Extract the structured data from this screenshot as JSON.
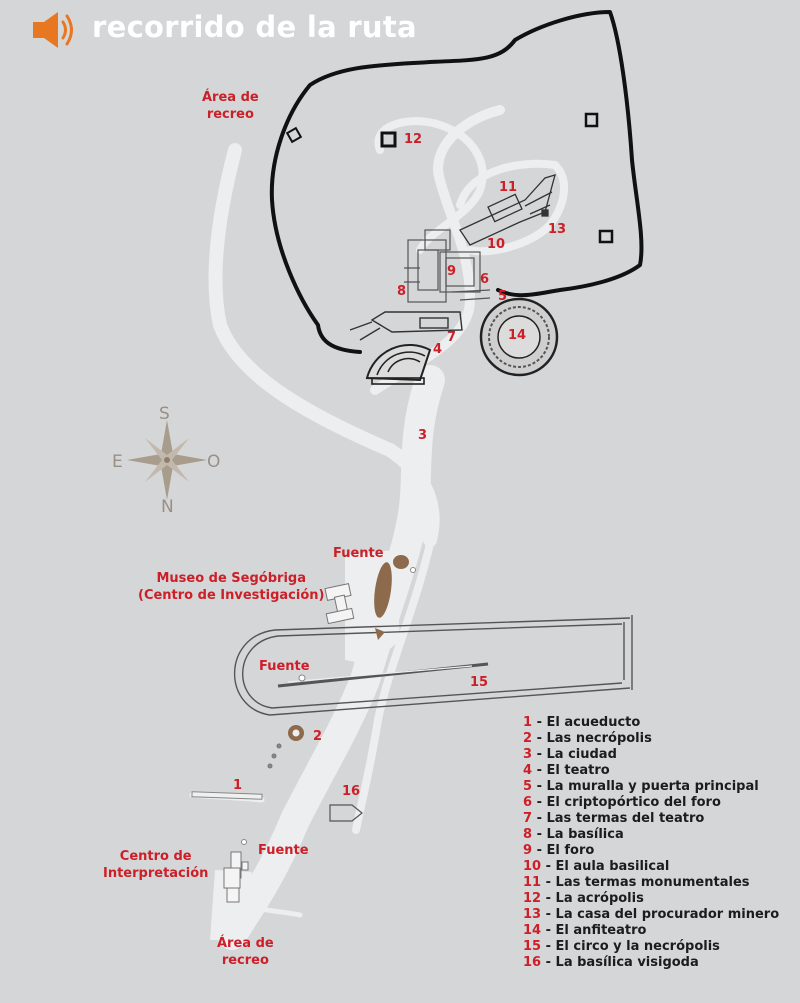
{
  "header": {
    "title": "recorrido de la ruta",
    "audio_icon": "speaker-icon",
    "accent_color": "#e87722"
  },
  "map": {
    "places": {
      "recreo_top": "Área de\nrecreo",
      "recreo_bottom": "Área de\nrecreo",
      "museo": "Museo de Segóbriga\n(Centro de Investigación)",
      "fuente_1": "Fuente",
      "fuente_2": "Fuente",
      "fuente_3": "Fuente",
      "centro": "Centro de\nInterpretación"
    },
    "compass": {
      "s": "S",
      "e": "E",
      "o": "O",
      "n": "N"
    },
    "numbers": [
      "1",
      "2",
      "3",
      "4",
      "5",
      "6",
      "7",
      "8",
      "9",
      "10",
      "11",
      "12",
      "13",
      "14",
      "15",
      "16"
    ],
    "colors": {
      "background": "#d4d6d8",
      "path": "#eceef0",
      "wall": "#111111",
      "label": "#cc1f27",
      "compass": "#a89c8c",
      "fountain": "#8c6a4b"
    }
  },
  "legend": [
    {
      "n": "1",
      "sep": " - ",
      "label": "El acueducto"
    },
    {
      "n": "2",
      "sep": " - ",
      "label": "Las necrópolis"
    },
    {
      "n": "3",
      "sep": " - ",
      "label": "La ciudad"
    },
    {
      "n": "4",
      "sep": " - ",
      "label": "El teatro"
    },
    {
      "n": "5",
      "sep": " - ",
      "label": "La muralla y puerta principal"
    },
    {
      "n": "6",
      "sep": " - ",
      "label": "El criptopórtico del foro"
    },
    {
      "n": "7",
      "sep": " - ",
      "label": "Las termas del teatro"
    },
    {
      "n": "8",
      "sep": " - ",
      "label": "La basílica"
    },
    {
      "n": "9",
      "sep": " - ",
      "label": "El foro"
    },
    {
      "n": "10",
      "sep": " - ",
      "label": "El aula basilical"
    },
    {
      "n": "11",
      "sep": " - ",
      "label": "Las termas monumentales"
    },
    {
      "n": "12",
      "sep": " - ",
      "label": "La acrópolis"
    },
    {
      "n": "13",
      "sep": " - ",
      "label": "La casa del procurador minero"
    },
    {
      "n": "14",
      "sep": " - ",
      "label": "El anfiteatro"
    },
    {
      "n": "15",
      "sep": " - ",
      "label": "El circo y la necrópolis"
    },
    {
      "n": "16",
      "sep": " - ",
      "label": "La basílica visigoda"
    }
  ]
}
